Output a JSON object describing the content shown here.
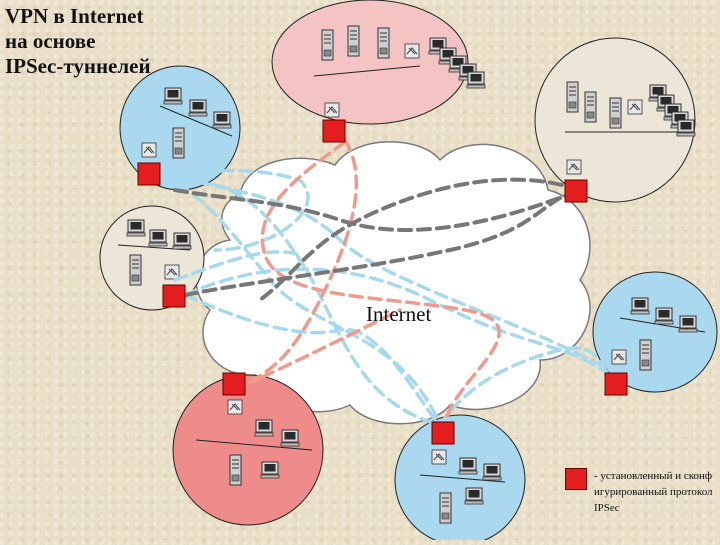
{
  "title": {
    "line1": "VPN в Internet",
    "line2": "на основе",
    "line3": "IPSec-туннелей"
  },
  "cloud": {
    "label": "Internet"
  },
  "legend": {
    "text": "- установленный и сконфигурированный протокол IPSec",
    "color": "#e41e1e"
  },
  "colors": {
    "background": "#e9dfc7",
    "site_blue": "#a9d8ef",
    "site_pink": "#f4c4c4",
    "site_salmon": "#ee8c8c",
    "site_neutral": "#ece6d8",
    "tunnel_blue": "#a7d9ee",
    "tunnel_salmon": "#f09a8c",
    "tunnel_gray": "#777777",
    "ipsec_device": "#e41e1e"
  },
  "sites": [
    {
      "id": "site-top-left",
      "color": "blue",
      "computers": 3,
      "servers": 1
    },
    {
      "id": "site-top-center",
      "color": "pink",
      "computers": 5,
      "servers": 3
    },
    {
      "id": "site-top-right",
      "color": "neutral",
      "computers": 5,
      "servers": 3
    },
    {
      "id": "site-mid-left",
      "color": "neutral",
      "computers": 3,
      "servers": 1
    },
    {
      "id": "site-mid-right",
      "color": "blue",
      "computers": 3,
      "servers": 1
    },
    {
      "id": "site-bottom-left",
      "color": "salmon",
      "computers": 3,
      "servers": 1
    },
    {
      "id": "site-bottom-center",
      "color": "blue",
      "computers": 3,
      "servers": 1
    }
  ]
}
